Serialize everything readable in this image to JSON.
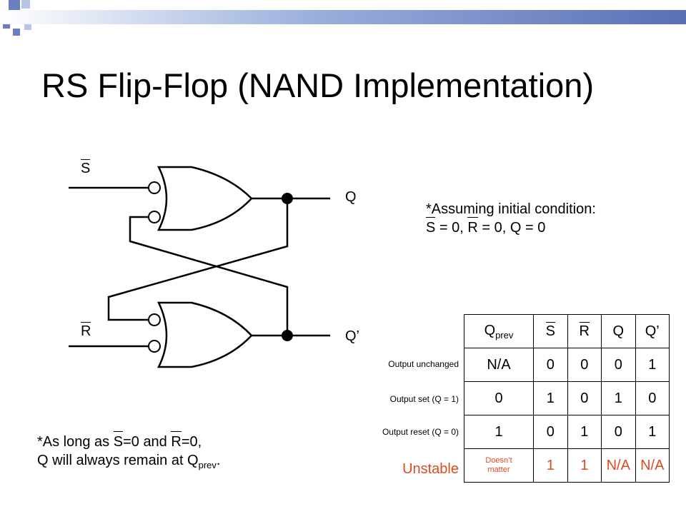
{
  "slide": {
    "title": "RS Flip-Flop (NAND Implementation)",
    "accent_color": "#5a6fb5",
    "highlight_color": "#e04a1e"
  },
  "circuit": {
    "input_s": "S",
    "input_r": "R",
    "output_q": "Q",
    "output_qprime": "Q’",
    "gates": [
      "nand-gate",
      "nand-gate"
    ]
  },
  "initial_note": {
    "line1_prefix": "*Assuming initial condition:",
    "line2": [
      "S",
      " = 0, ",
      "R",
      " = 0, Q = 0"
    ]
  },
  "bottom_note": {
    "line1": [
      "*As long as ",
      "S",
      "=0 and ",
      "R",
      "=0,"
    ],
    "line2_prefix": "Q will always remain at Q",
    "line2_sub": "prev",
    "line2_suffix": "."
  },
  "truth_table": {
    "headers": {
      "qprev_main": "Q",
      "qprev_sub": "prev",
      "s": "S",
      "r": "R",
      "q": "Q",
      "qp": "Q’"
    },
    "rows": [
      {
        "label": "Output unchanged",
        "qprev": "N/A",
        "s": "0",
        "r": "0",
        "q": "0",
        "qp": "1"
      },
      {
        "label": "Output set (Q = 1)",
        "qprev": "0",
        "s": "1",
        "r": "0",
        "q": "1",
        "qp": "0"
      },
      {
        "label": "Output reset (Q = 0)",
        "qprev": "1",
        "s": "0",
        "r": "1",
        "q": "0",
        "qp": "1"
      },
      {
        "label": "Unstable",
        "qprev": "Doesn’t matter",
        "s": "1",
        "r": "1",
        "q": "N/A",
        "qp": "N/A"
      }
    ]
  }
}
